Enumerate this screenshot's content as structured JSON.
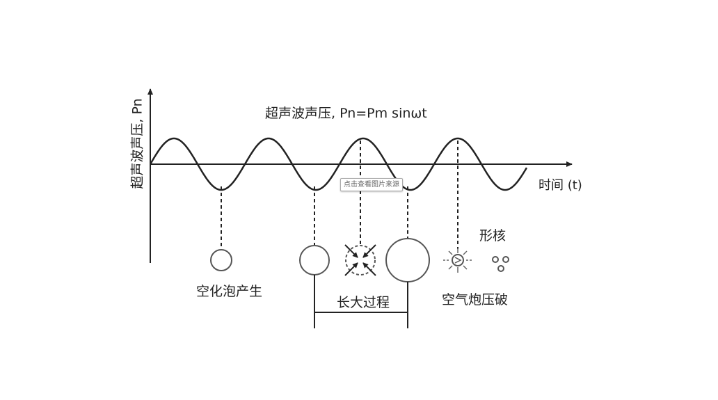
{
  "diagram": {
    "title": "超声波声压, Pn=Pm sinωt",
    "y_axis_label": "超声波声压, Pn",
    "x_axis_label": "时间 (t)",
    "stage_labels": {
      "bubble_generation": "空化泡产生",
      "growth_process": "长大过程",
      "collapse": "空气炮压破",
      "nucleation": "形核"
    },
    "watermark": "点击查看图片来源",
    "colors": {
      "line": "#222222",
      "bubble": "#555555"
    }
  }
}
